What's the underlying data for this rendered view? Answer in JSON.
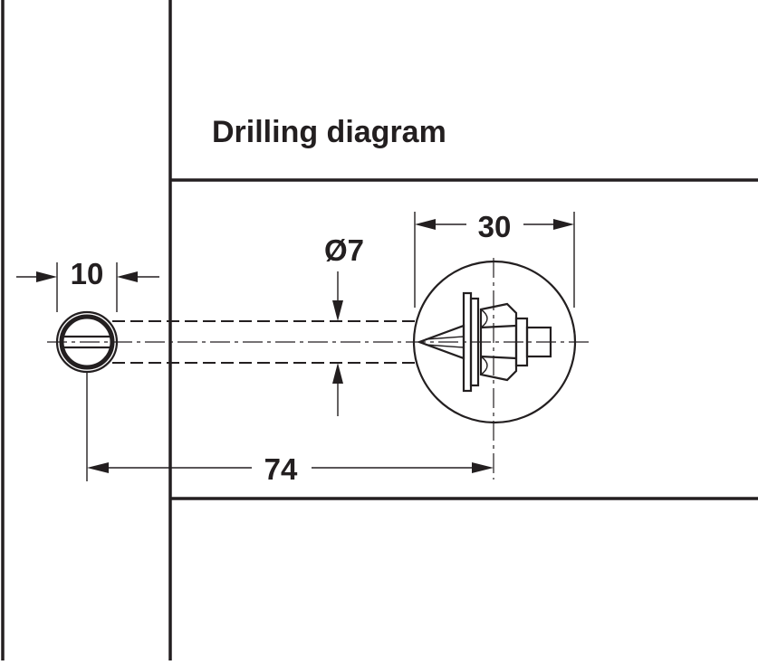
{
  "title": "Drilling diagram",
  "dimensions": {
    "hole_width": "10",
    "bore_diameter": "Ø7",
    "connector_diameter": "30",
    "distance": "74"
  },
  "colors": {
    "line": "#231f20",
    "background": "#ffffff"
  }
}
